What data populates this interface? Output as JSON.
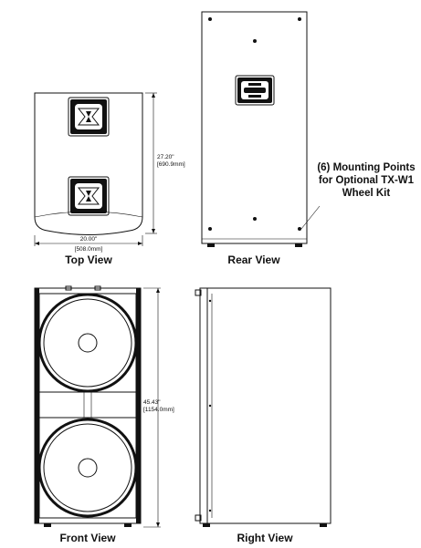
{
  "views": {
    "top": "Top View",
    "rear": "Rear View",
    "front": "Front View",
    "right": "Right View"
  },
  "dimensions": {
    "top_depth_in": "27.20\"",
    "top_depth_mm": "[690.9mm]",
    "top_width_in": "20.00\"",
    "top_width_mm": "[508.0mm]",
    "front_height_in": "45.43\"",
    "front_height_mm": "[1154.0mm]"
  },
  "annotation": {
    "line1": "(6) Mounting Points",
    "line2": "for Optional TX-W1",
    "line3": "Wheel Kit"
  }
}
